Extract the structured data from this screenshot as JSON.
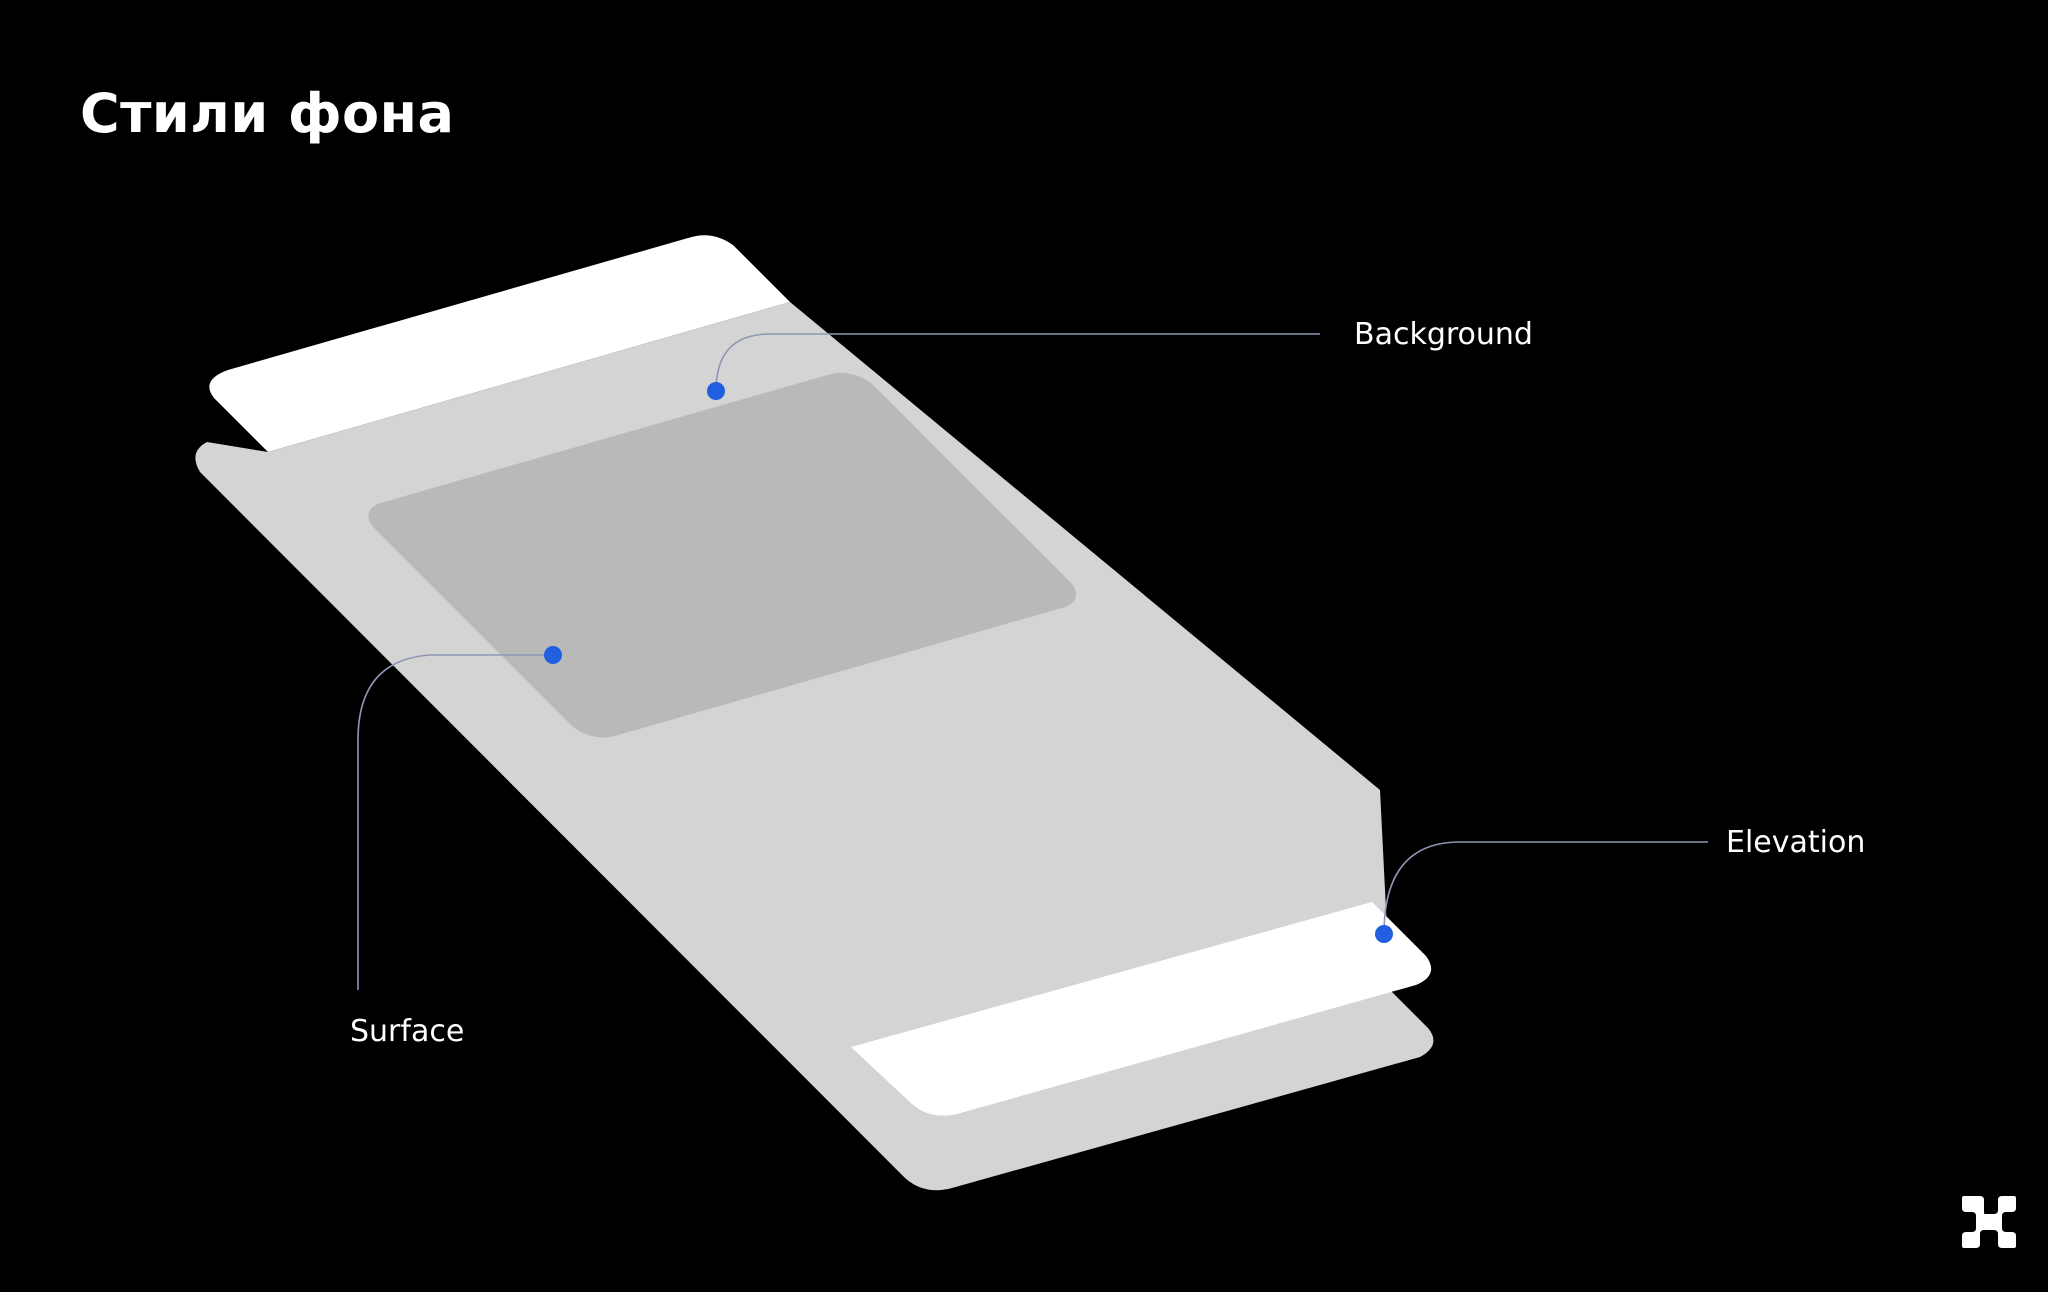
{
  "title": "Стили фона",
  "colors": {
    "page_background": "#000000",
    "background_layer": "#d4d4d4",
    "surface_layer": "#bab9ba",
    "elevation_layer": "#ffffff",
    "marker": "#1f5fe0",
    "leader_line": "#8e97b3"
  },
  "layers": [
    {
      "id": "background",
      "label": "Background"
    },
    {
      "id": "surface",
      "label": "Surface"
    },
    {
      "id": "elevation",
      "label": "Elevation"
    }
  ],
  "logo": {
    "icon": "brand-x-logo-icon"
  }
}
